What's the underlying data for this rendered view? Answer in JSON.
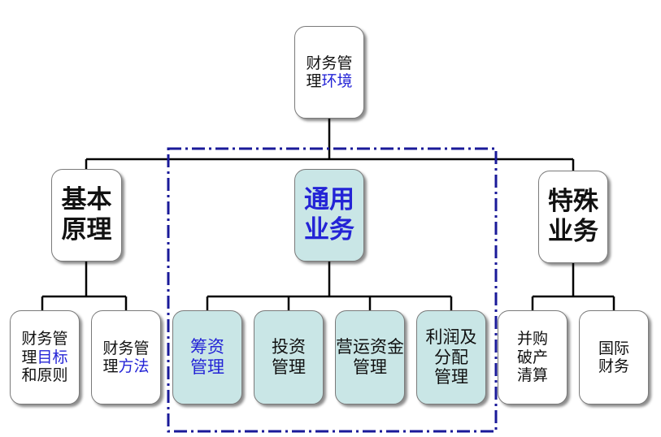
{
  "colors": {
    "accent_text": "#2424d6",
    "highlight_fill": "#c9e6e6",
    "dashed_frame": "#1a1a99",
    "connector": "#000000"
  },
  "root": {
    "line1": "财务管",
    "line2_prefix": "理",
    "line2_accent": "环境"
  },
  "left": {
    "line1": "基本",
    "line2": "原理"
  },
  "center": {
    "line1": "通用",
    "line2": "业务"
  },
  "right": {
    "line1": "特殊",
    "line2": "业务"
  },
  "basic_children": {
    "objectives": {
      "line1": "财务管",
      "line2_prefix": "理",
      "line2_accent": "目标",
      "line3": "和原则"
    },
    "methods": {
      "line1": "财务管",
      "line2_prefix": "理",
      "line2_accent": "方法"
    }
  },
  "general_children": {
    "financing": {
      "line1": "筹资",
      "line2": "管理"
    },
    "investment": {
      "line1": "投资",
      "line2": "管理"
    },
    "working_capital": {
      "line1": "营运资金",
      "line2": "管理"
    },
    "profit": {
      "line1": "利润及",
      "line2": "分配",
      "line3": "管理"
    }
  },
  "special_children": {
    "ma": {
      "line1": "并购",
      "line2": "破产",
      "line3": "清算"
    },
    "intl": {
      "line1": "国际",
      "line2": "财务"
    }
  }
}
